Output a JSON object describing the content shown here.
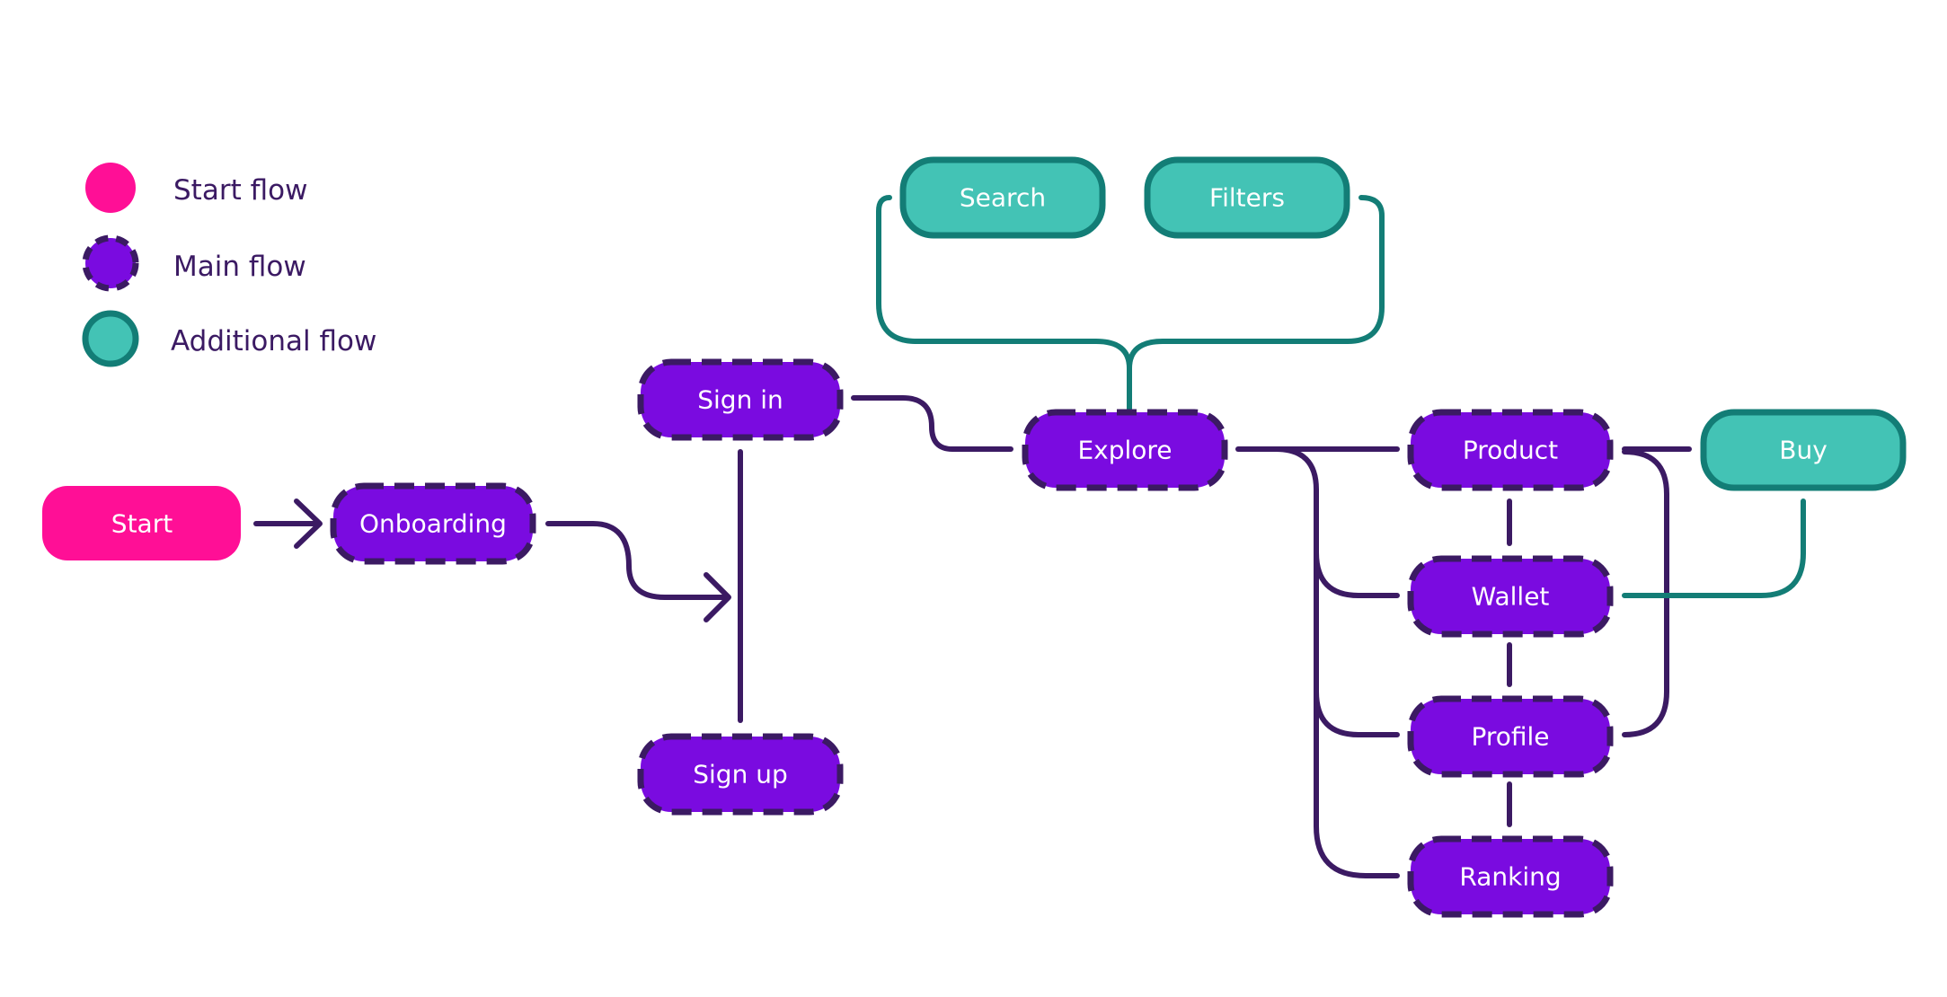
{
  "legend": {
    "start": "Start flow",
    "main": "Main flow",
    "additional": "Additional flow"
  },
  "nodes": {
    "start": "Start",
    "onboarding": "Onboarding",
    "sign_in": "Sign in",
    "sign_up": "Sign up",
    "explore": "Explore",
    "search": "Search",
    "filters": "Filters",
    "product": "Product",
    "wallet": "Wallet",
    "profile": "Profile",
    "ranking": "Ranking",
    "buy": "Buy"
  },
  "colors": {
    "start": "#ff0f96",
    "main": "#7a0be0",
    "main_border": "#3b1a63",
    "additional": "#43c3b5",
    "additional_border": "#137d76",
    "text_dark": "#3b1a63"
  }
}
